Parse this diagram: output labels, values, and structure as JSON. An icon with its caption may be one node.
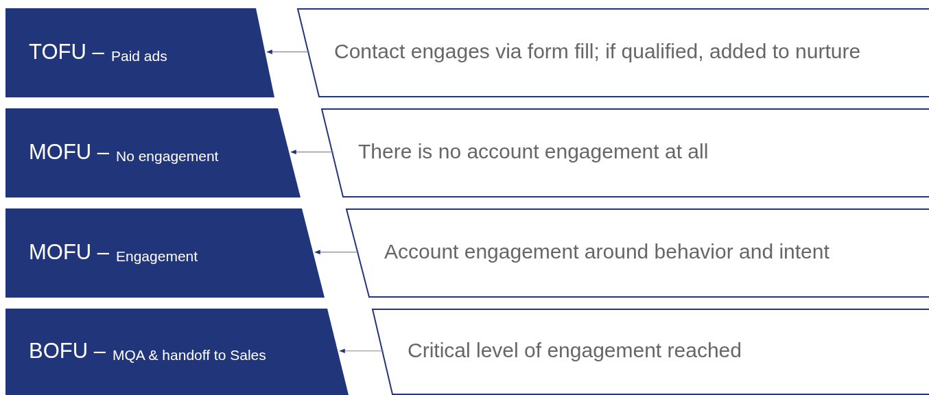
{
  "diagram": {
    "nodes": [
      {
        "text": [
          "TOFU –",
          "Paid ads"
        ]
      },
      {
        "text": [
          "Contact engages via form fill; if qualified, added to nurture"
        ]
      },
      {
        "text": [
          "MOFU –",
          "No engagement"
        ]
      },
      {
        "text": [
          "There is no account engagement at all"
        ]
      },
      {
        "text": [
          "MOFU –",
          "Engagement"
        ]
      },
      {
        "text": [
          "Account engagement around behavior and intent"
        ]
      },
      {
        "text": [
          "BOFU –",
          "MQA & handoff to Sales"
        ]
      },
      {
        "text": [
          "Critical level of engagement reached"
        ]
      }
    ],
    "edges": [
      {
        "from": 1,
        "to": 0,
        "arrow": "to"
      },
      {
        "from": 3,
        "to": 2,
        "arrow": "to"
      },
      {
        "from": 5,
        "to": 4,
        "arrow": "to"
      },
      {
        "from": 7,
        "to": 6,
        "arrow": "to"
      }
    ]
  }
}
